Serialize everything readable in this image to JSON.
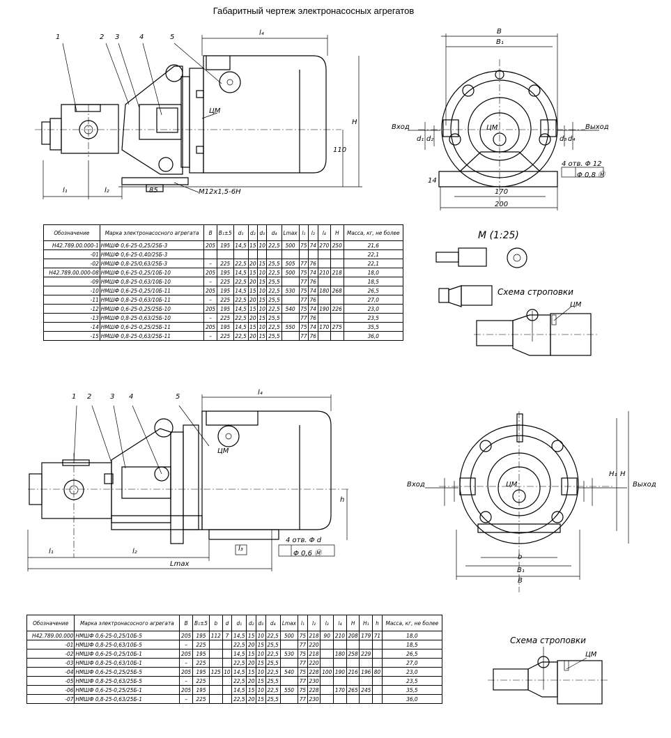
{
  "title": "Габаритный чертеж электронасосных агрегатов",
  "view1": {
    "callouts": [
      "1",
      "2",
      "3",
      "4",
      "5"
    ],
    "dims": {
      "l4": "l₄",
      "l1": "l₁",
      "l2": "l₂",
      "H": "H",
      "h110": "110",
      "d85": "85",
      "thread": "M12x1,5-6H",
      "cm": "ЦМ"
    }
  },
  "view2": {
    "dims": {
      "B": "B",
      "B1": "B₁",
      "d170": "170",
      "d200": "200",
      "d14": "14",
      "holes": "4 отв. Φ 12",
      "tol": "Φ 0,8 Ⓜ",
      "inlet": "Вход",
      "outlet": "Выход",
      "d1": "d₁",
      "d2": "d₂",
      "d3": "d₃",
      "d4": "d₄",
      "cm": "ЦМ"
    }
  },
  "detail": {
    "title": "М (1:25)",
    "sling": "Схема строповки",
    "cm": "ЦМ"
  },
  "table1": {
    "headers": [
      "Обозначение",
      "Марка электронасосного агрегата",
      "B",
      "B₁±5",
      "d₁",
      "d₂",
      "d₃",
      "d₄",
      "Lmax",
      "l₁",
      "l₂",
      "l₄",
      "H",
      "Масса, кг, не более"
    ],
    "rows": [
      [
        "Н42.789.00.000-1",
        "НМШФ 0,6-25-0,25/25Б-3",
        "205",
        "195",
        "14,5",
        "15",
        "10",
        "22,5",
        "500",
        "75",
        "74",
        "270",
        "250",
        "21,6"
      ],
      [
        "-01",
        "НМШФ 0,6-25-0,40/25Б-3",
        "",
        "",
        "",
        "",
        "",
        "",
        "",
        "",
        "",
        "",
        "",
        "22,1"
      ],
      [
        "-02",
        "НМШФ 0,8-25/0,63/25Б-3",
        "–",
        "225",
        "22,5",
        "20",
        "15",
        "25,5",
        "505",
        "77",
        "76",
        "",
        "",
        "22,1"
      ],
      [
        "Н42.789.00.000-08",
        "НМШФ 0,6-25-0,25/10Б-10",
        "205",
        "195",
        "14,5",
        "15",
        "10",
        "22,5",
        "500",
        "75",
        "74",
        "210",
        "218",
        "18,0"
      ],
      [
        "-09",
        "НМШФ 0,8-25-0,63/10Б-10",
        "–",
        "225",
        "22,5",
        "20",
        "15",
        "25,5",
        "",
        "77",
        "76",
        "",
        "",
        "18,5"
      ],
      [
        "-10",
        "НМШФ 0,6-25-0,25/10Б-11",
        "205",
        "195",
        "14,5",
        "15",
        "10",
        "22,5",
        "530",
        "75",
        "74",
        "180",
        "268",
        "26,5"
      ],
      [
        "-11",
        "НМШФ 0,8-25-0,63/10Б-11",
        "–",
        "225",
        "22,5",
        "20",
        "15",
        "25,5",
        "",
        "77",
        "76",
        "",
        "",
        "27,0"
      ],
      [
        "-12",
        "НМШФ 0,6-25-0,25/25Б-10",
        "205",
        "195",
        "14,5",
        "15",
        "10",
        "22,5",
        "540",
        "75",
        "74",
        "190",
        "226",
        "23,0"
      ],
      [
        "-13",
        "НМШФ 0,8-25-0,63/25Б-10",
        "–",
        "225",
        "22,5",
        "20",
        "15",
        "25,5",
        "",
        "77",
        "76",
        "",
        "",
        "23,5"
      ],
      [
        "-14",
        "НМШФ 0,6-25-0,25/25Б-11",
        "205",
        "195",
        "14,5",
        "15",
        "10",
        "22,5",
        "550",
        "75",
        "74",
        "170",
        "275",
        "35,5"
      ],
      [
        "-15",
        "НМШФ 0,8-25-0,63/25Б-11",
        "–",
        "225",
        "22,5",
        "20",
        "15",
        "25,5",
        "",
        "77",
        "76",
        "",
        "",
        "36,0"
      ]
    ]
  },
  "view3": {
    "callouts": [
      "1",
      "2",
      "3",
      "4",
      "5"
    ],
    "dims": {
      "l4": "l₄",
      "l1": "l₁",
      "l2": "l₂",
      "l3": "l₃",
      "Lmax": "Lmax",
      "h": "h",
      "holes": "4 отв. Φ d",
      "tol": "Φ 0,6 Ⓜ",
      "cm": "ЦМ"
    }
  },
  "view4": {
    "dims": {
      "H1": "H₁",
      "H": "H",
      "B": "B",
      "B1": "B₁",
      "b": "b",
      "inlet": "Вход",
      "outlet": "Выход",
      "cm": "ЦМ"
    }
  },
  "table2": {
    "headers": [
      "Обозначение",
      "Марка электронасосного агрегата",
      "B",
      "B₁±5",
      "b",
      "d",
      "d₁",
      "d₂",
      "d₃",
      "d₄",
      "Lmax",
      "l₁",
      "l₂",
      "l₃",
      "l₄",
      "H",
      "H₁",
      "h",
      "Масса, кг, не более"
    ],
    "rows": [
      [
        "Н42.789.00.000",
        "НМШФ 0,6-25-0,25/10Б-5",
        "205",
        "195",
        "112",
        "7",
        "14,5",
        "15",
        "10",
        "22,5",
        "500",
        "75",
        "218",
        "90",
        "210",
        "208",
        "179",
        "71",
        "18,0"
      ],
      [
        "-01",
        "НМШФ 0,8-25-0,63/10Б-5",
        "–",
        "225",
        "",
        "",
        "22,5",
        "20",
        "15",
        "25,5",
        "",
        "77",
        "220",
        "",
        "",
        "",
        "",
        "",
        "18,5"
      ],
      [
        "-02",
        "НМШФ 0,6-25-0,25/10Б-1",
        "205",
        "195",
        "",
        "",
        "14,5",
        "15",
        "10",
        "22,5",
        "530",
        "75",
        "218",
        "",
        "180",
        "258",
        "229",
        "",
        "26,5"
      ],
      [
        "-03",
        "НМШФ 0,8-25-0,63/10Б-1",
        "–",
        "225",
        "",
        "",
        "22,5",
        "20",
        "15",
        "25,5",
        "",
        "77",
        "220",
        "",
        "",
        "",
        "",
        "",
        "27,0"
      ],
      [
        "-04",
        "НМШФ 0,6-25-0,25/25Б-5",
        "205",
        "195",
        "125",
        "10",
        "14,5",
        "15",
        "10",
        "22,5",
        "540",
        "75",
        "228",
        "100",
        "190",
        "216",
        "196",
        "80",
        "23,0"
      ],
      [
        "-05",
        "НМШФ 0,8-25-0,63/25Б-5",
        "–",
        "225",
        "",
        "",
        "22,5",
        "20",
        "15",
        "25,5",
        "",
        "77",
        "230",
        "",
        "",
        "",
        "",
        "",
        "23,5"
      ],
      [
        "-06",
        "НМШФ 0,6-25-0,25/25Б-1",
        "205",
        "195",
        "",
        "",
        "14,5",
        "15",
        "10",
        "22,5",
        "550",
        "75",
        "228",
        "",
        "170",
        "265",
        "245",
        "",
        "35,5"
      ],
      [
        "-07",
        "НМШФ 0,8-25-0,63/25Б-1",
        "–",
        "225",
        "",
        "",
        "22,5",
        "20",
        "15",
        "25,5",
        "",
        "77",
        "230",
        "",
        "",
        "",
        "",
        "",
        "36,0"
      ]
    ]
  },
  "sling2": {
    "title": "Схема строповки",
    "cm": "ЦМ"
  }
}
